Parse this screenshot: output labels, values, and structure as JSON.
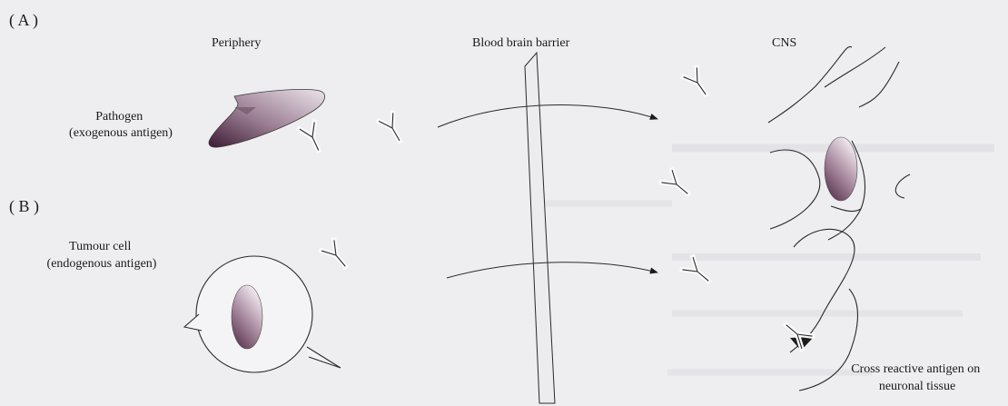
{
  "panels": {
    "a_label": "( A )",
    "b_label": "( B )"
  },
  "regions": {
    "periphery": "Periphery",
    "barrier": "Blood brain barrier",
    "cns": "CNS"
  },
  "pathogen": {
    "line1": "Pathogen",
    "line2": "(exogenous antigen)"
  },
  "tumour": {
    "line1": "Tumour cell",
    "line2": "(endogenous antigen)"
  },
  "cross_reactive": {
    "line1": "Cross reactive antigen on",
    "line2": "neuronal tissue"
  },
  "colors": {
    "background": "#eeeef1",
    "stroke": "#1a1a1a",
    "nucleus_dark": "#4a2440",
    "nucleus_light": "#e9dde6"
  },
  "icons": [
    "antibody-icon",
    "arrow-icon"
  ]
}
